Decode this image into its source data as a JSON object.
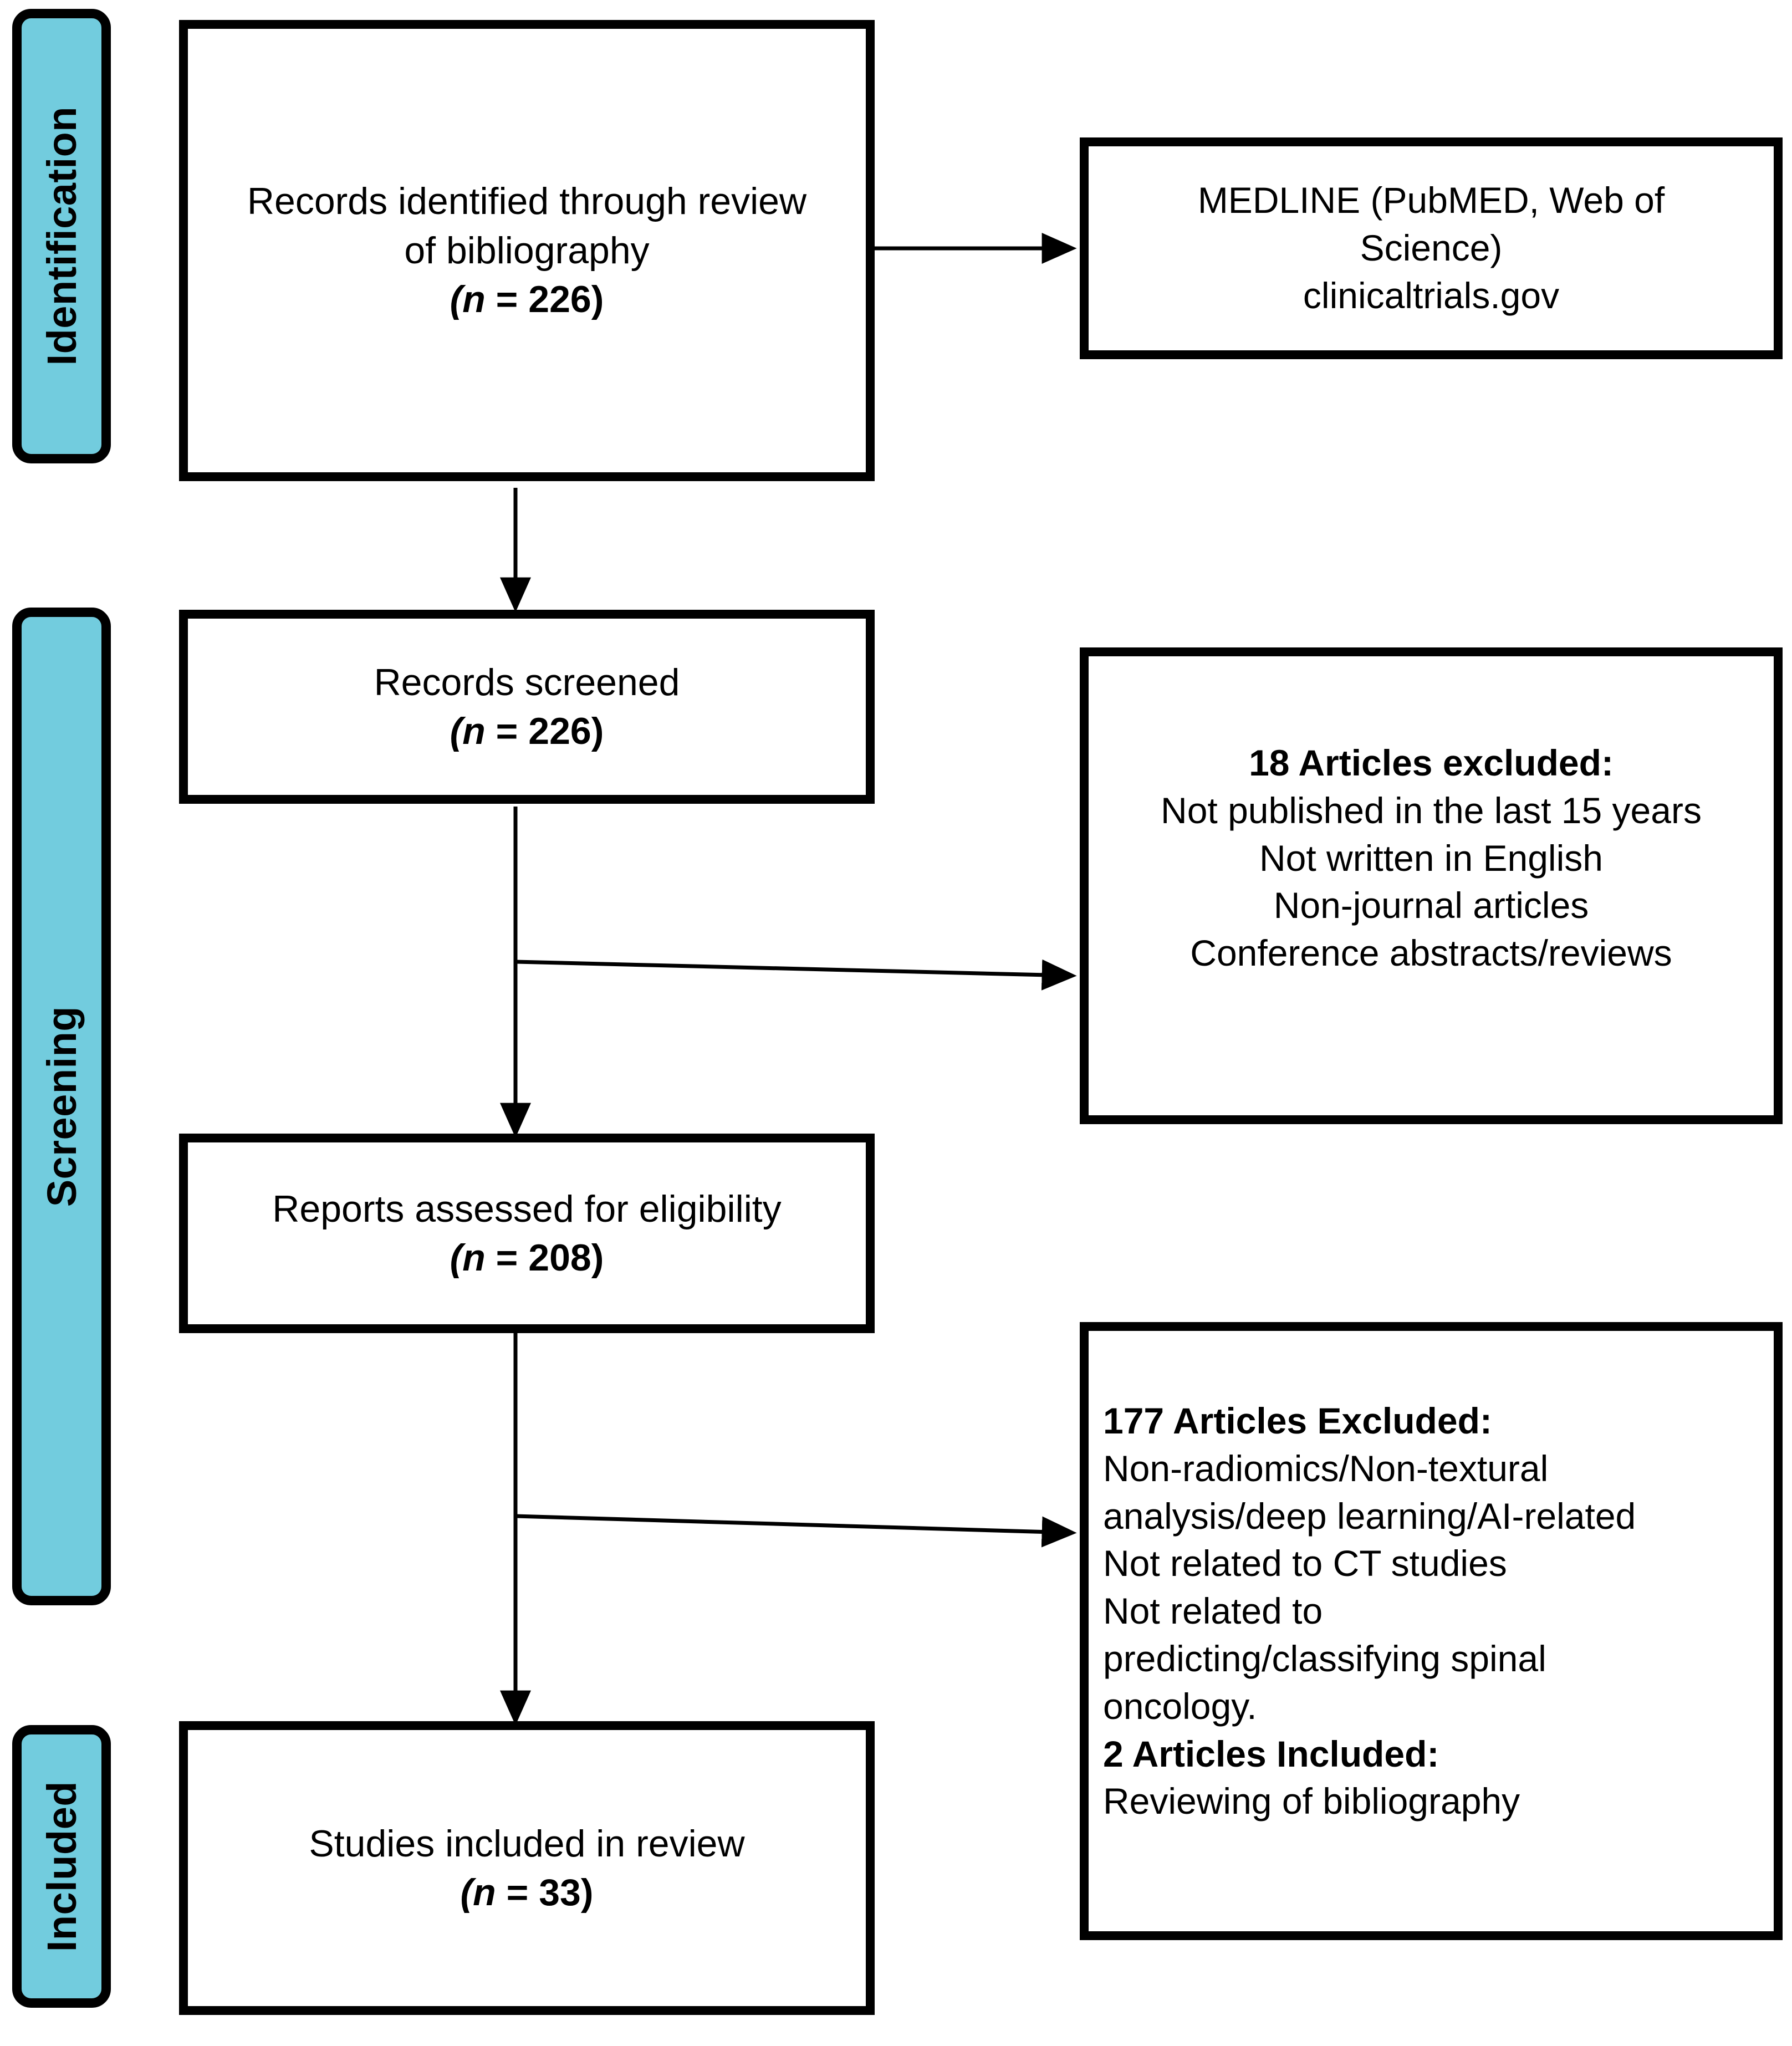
{
  "diagram": {
    "title": "PRISMA flow diagram",
    "accent_color": "#72CCDE",
    "border_color": "#000000",
    "background_color": "#FFFFFF"
  },
  "phases": [
    {
      "id": "identification",
      "label": "Identification"
    },
    {
      "id": "screening",
      "label": "Screening"
    },
    {
      "id": "included",
      "label": "Included"
    }
  ],
  "boxes": {
    "records_identified": {
      "line1": "Records identified through review",
      "line2": "of bibliography",
      "n_open": "(",
      "n_symbol": "n",
      "n_equals": " = ",
      "n_value": "226",
      "n_close": ")"
    },
    "databases": {
      "line1": "MEDLINE (PubMED, Web of",
      "line2": "Science)",
      "line3": "clinicaltrials.gov"
    },
    "records_screened": {
      "line1": "Records screened",
      "n_open": "(",
      "n_symbol": "n",
      "n_equals": " = ",
      "n_value": "226",
      "n_close": ")"
    },
    "excluded_18": {
      "heading": "18 Articles excluded:",
      "reasons": [
        "Not published in the last 15 years",
        "Not written in English",
        "Non-journal articles",
        "Conference abstracts/reviews"
      ]
    },
    "reports_assessed": {
      "line1": "Reports assessed for eligibility",
      "n_open": "(",
      "n_symbol": "n",
      "n_equals": " = ",
      "n_value": "208",
      "n_close": ")"
    },
    "excluded_177": {
      "heading": "177 Articles Excluded:",
      "reasons": [
        "Non-radiomics/Non-textural",
        "analysis/deep learning/AI-related",
        "Not related to CT studies",
        "Not related to",
        "predicting/classifying spinal",
        "oncology."
      ],
      "included_heading": "2 Articles Included:",
      "included_reasons": [
        "Reviewing of bibliography"
      ]
    },
    "studies_included": {
      "line1": "Studies included in review",
      "n_open": "(",
      "n_symbol": "n",
      "n_equals": " = ",
      "n_value": "33",
      "n_close": ")"
    }
  },
  "flow_data": {
    "type": "flowchart",
    "nodes": [
      {
        "id": "records_identified",
        "stage": "identification",
        "n": 226
      },
      {
        "id": "databases",
        "stage": "identification",
        "n": null
      },
      {
        "id": "records_screened",
        "stage": "screening",
        "n": 226
      },
      {
        "id": "excluded_18",
        "stage": "screening",
        "n": 18
      },
      {
        "id": "reports_assessed",
        "stage": "screening",
        "n": 208
      },
      {
        "id": "excluded_177",
        "stage": "screening",
        "n": 177
      },
      {
        "id": "studies_included",
        "stage": "included",
        "n": 33
      }
    ],
    "edges": [
      {
        "from": "records_identified",
        "to": "databases",
        "direction": "right"
      },
      {
        "from": "records_identified",
        "to": "records_screened",
        "direction": "down"
      },
      {
        "from": "records_screened",
        "to": "excluded_18",
        "direction": "right"
      },
      {
        "from": "records_screened",
        "to": "reports_assessed",
        "direction": "down"
      },
      {
        "from": "reports_assessed",
        "to": "excluded_177",
        "direction": "right"
      },
      {
        "from": "reports_assessed",
        "to": "studies_included",
        "direction": "down"
      }
    ]
  }
}
